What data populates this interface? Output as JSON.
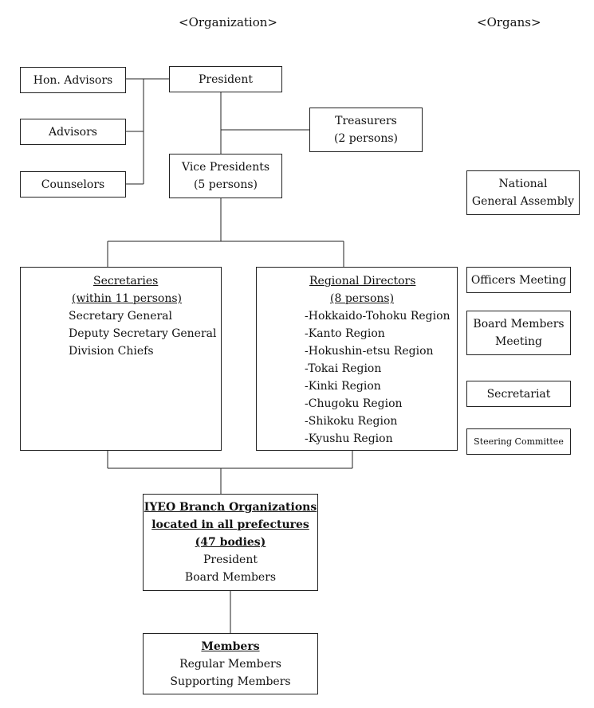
{
  "headers": {
    "organization": "<Organization>",
    "organs": "<Organs>"
  },
  "org": {
    "hon_advisors": "Hon. Advisors",
    "advisors": "Advisors",
    "counselors": "Counselors",
    "president": "President",
    "treasurers": {
      "title": "Treasurers",
      "count": "(2 persons)"
    },
    "vice_presidents": {
      "title": "Vice Presidents",
      "count": "(5 persons)"
    },
    "secretaries": {
      "title": "Secretaries",
      "count": "(within 11 persons)",
      "items": [
        "Secretary General",
        "Deputy Secretary General",
        "Division Chiefs"
      ]
    },
    "regional_directors": {
      "title": "Regional Directors",
      "count": "(8 persons)",
      "regions": [
        "-Hokkaido-Tohoku Region",
        "-Kanto Region",
        "-Hokushin-etsu Region",
        "-Tokai Region",
        "-Kinki Region",
        "-Chugoku Region",
        "-Shikoku Region",
        "-Kyushu Region"
      ]
    },
    "branch": {
      "line1": "IYEO Branch Organizations",
      "line2": "located in all prefectures",
      "count": "(47 bodies)",
      "items": [
        "President",
        "Board Members"
      ]
    },
    "members": {
      "title": "Members",
      "items": [
        "Regular Members",
        "Supporting Members"
      ]
    }
  },
  "organs": {
    "national_assembly": [
      "National",
      "General Assembly"
    ],
    "officers_meeting": "Officers Meeting",
    "board_members_meeting": [
      "Board Members",
      "Meeting"
    ],
    "secretariat": "Secretariat",
    "steering_committee": "Steering Committee"
  }
}
